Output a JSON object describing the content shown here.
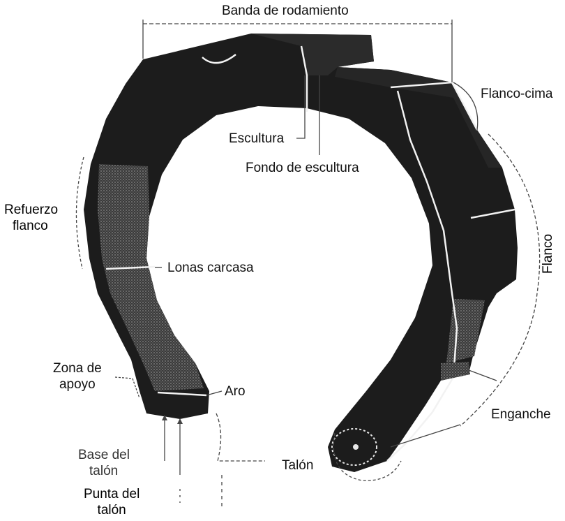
{
  "labels": {
    "tread": "Banda de rodamiento",
    "shoulder": "Flanco-cima",
    "sculpture": "Escultura",
    "sculpture_bottom": "Fondo de escultura",
    "sidewall_reinforcement_line1": "Refuerzo",
    "sidewall_reinforcement_line2": "flanco",
    "carcass_plies": "Lonas carcasa",
    "sidewall": "Flanco",
    "support_zone_line1": "Zona de",
    "support_zone_line2": "apoyo",
    "bead_wire": "Aro",
    "hook": "Enganche",
    "bead_base_line1": "Base del",
    "bead_base_line2": "talón",
    "bead": "Talón",
    "bead_toe_line1": "Punta del",
    "bead_toe_line2": "talón"
  },
  "colors": {
    "tire_body": "#1c1c1c",
    "tire_shade": "#2b2b2b",
    "carcass_texture": "#5a5a5a",
    "leader_line": "#444444",
    "highlight": "#f2f2f2"
  }
}
